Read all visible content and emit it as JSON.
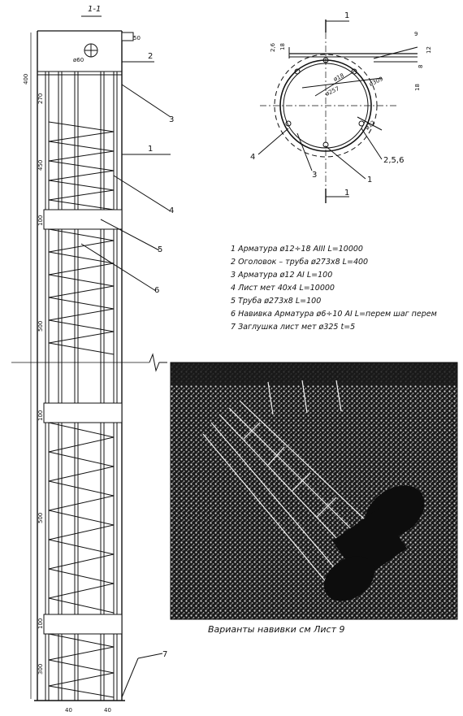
{
  "section_label": "1-1",
  "elevation_callouts": [
    "3",
    "1",
    "4",
    "5",
    "6",
    "7"
  ],
  "elevation_top_callout": "2",
  "elevation_dims": {
    "top_cap": "50",
    "d400": "400",
    "d270": "270",
    "d450": "450",
    "d100a": "100",
    "d500": "500",
    "d100b": "100",
    "d500b": "500",
    "d100c": "100",
    "d300": "300",
    "bottom_left": "40",
    "bottom_right": "40"
  },
  "plug_label": "ø60",
  "cross_section": {
    "section_mark_top": "1",
    "section_mark_bottom": "1",
    "dims_left": [
      "2,6",
      "18"
    ],
    "dims_right": [
      "9",
      "12",
      "8",
      "18"
    ],
    "diameters": [
      "ø18",
      "ø257",
      "ø309",
      "ø12"
    ],
    "callouts": [
      "4",
      "3",
      "1",
      "2,5,6"
    ]
  },
  "legend": [
    "1  Арматура ø12÷18 AIII L=10000",
    "2  Оголовок – труба ø273x8 L=400",
    "3  Арматура ø12 AI L=100",
    "4  Лист мет 40x4  L=10000",
    "5  Труба ø273x8 L=100",
    "6  Навивка Арматура ø6÷10 AI L=перем  шаг перем",
    "7  Заглушка лист мет  ø325  t=5"
  ],
  "photo_caption": "Варианты навивки см  Лист 9",
  "colors": {
    "ink": "#111111",
    "paper": "#ffffff",
    "photo_dark": "#1a1a1a",
    "photo_light": "#d8d8d8"
  }
}
